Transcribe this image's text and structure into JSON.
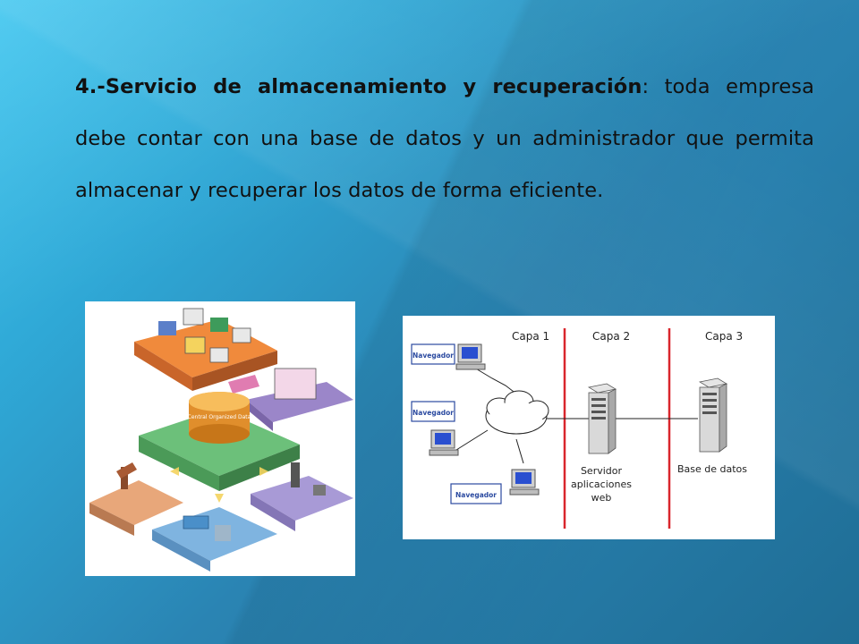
{
  "slide": {
    "heading_bold": "4.-Servicio de almacenamiento y recuperación",
    "body_text": ": toda empresa debe contar con una base de datos y un administrador que permita almacenar y recuperar los datos de forma eficiente."
  },
  "diagram": {
    "layers": [
      "Capa 1",
      "Capa 2",
      "Capa 3"
    ],
    "clients": [
      "Navegador",
      "Navegador",
      "Navegador"
    ],
    "server_label": [
      "Servidor",
      "aplicaciones",
      "web"
    ],
    "database_label": "Base de datos"
  },
  "illustration": {
    "description_icon": "isometric-enterprise-data-architecture",
    "center_label": "Central Organized Data"
  },
  "colors": {
    "background_light": "#3fc6ef",
    "background_dark": "#1f6d95",
    "divider_red": "#d9262c",
    "nav_label_border": "#2b4aa0"
  }
}
